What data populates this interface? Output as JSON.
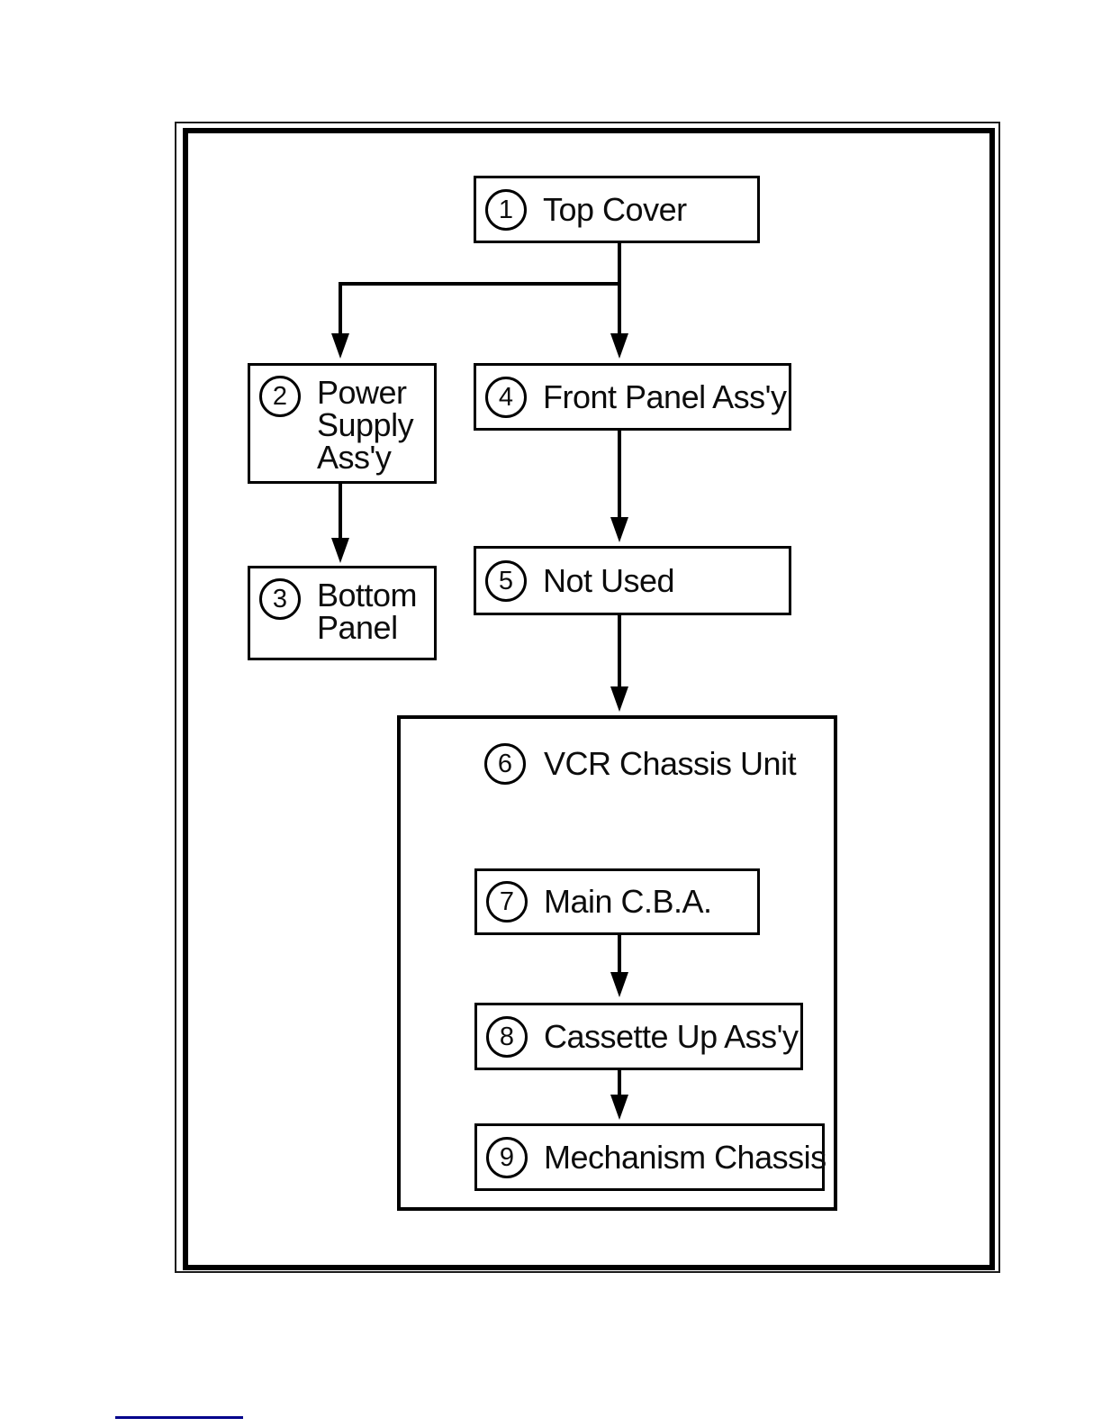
{
  "page": {
    "background": "#ffffff",
    "line_color": "#000000",
    "footer_rule_color": "#00008b"
  },
  "flowchart": {
    "nodes": [
      {
        "number": "1",
        "label": "Top Cover"
      },
      {
        "number": "2",
        "label": "Power Supply Ass'y"
      },
      {
        "number": "3",
        "label": "Bottom Panel"
      },
      {
        "number": "4",
        "label": "Front Panel Ass'y"
      },
      {
        "number": "5",
        "label": "Not Used"
      },
      {
        "number": "6",
        "label": "VCR Chassis Unit"
      },
      {
        "number": "7",
        "label": "Main C.B.A."
      },
      {
        "number": "8",
        "label": "Cassette Up Ass'y"
      },
      {
        "number": "9",
        "label": "Mechanism Chassis"
      }
    ],
    "edges": [
      {
        "from": "1",
        "to": "2"
      },
      {
        "from": "1",
        "to": "4"
      },
      {
        "from": "2",
        "to": "3"
      },
      {
        "from": "4",
        "to": "5"
      },
      {
        "from": "5",
        "to": "6"
      },
      {
        "from": "7",
        "to": "8"
      },
      {
        "from": "8",
        "to": "9"
      }
    ]
  }
}
